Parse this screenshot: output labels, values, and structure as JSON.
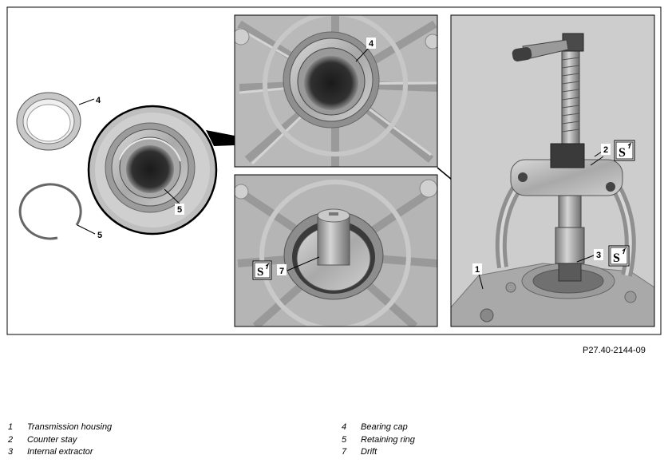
{
  "figure": {
    "reference_code": "P27.40-2144-09",
    "callouts": {
      "c1": "1",
      "c2": "2",
      "c3": "3",
      "c4_top": "4",
      "c4_left": "4",
      "c5_circle": "5",
      "c5_left": "5",
      "c7": "7"
    },
    "special_tool_symbol": "S",
    "legend_left": [
      {
        "num": "1",
        "text": "Transmission housing"
      },
      {
        "num": "2",
        "text": "Counter stay"
      },
      {
        "num": "3",
        "text": "Internal extractor"
      }
    ],
    "legend_right": [
      {
        "num": "4",
        "text": "Bearing cap"
      },
      {
        "num": "5",
        "text": "Retaining ring"
      },
      {
        "num": "7",
        "text": "Drift"
      }
    ]
  }
}
